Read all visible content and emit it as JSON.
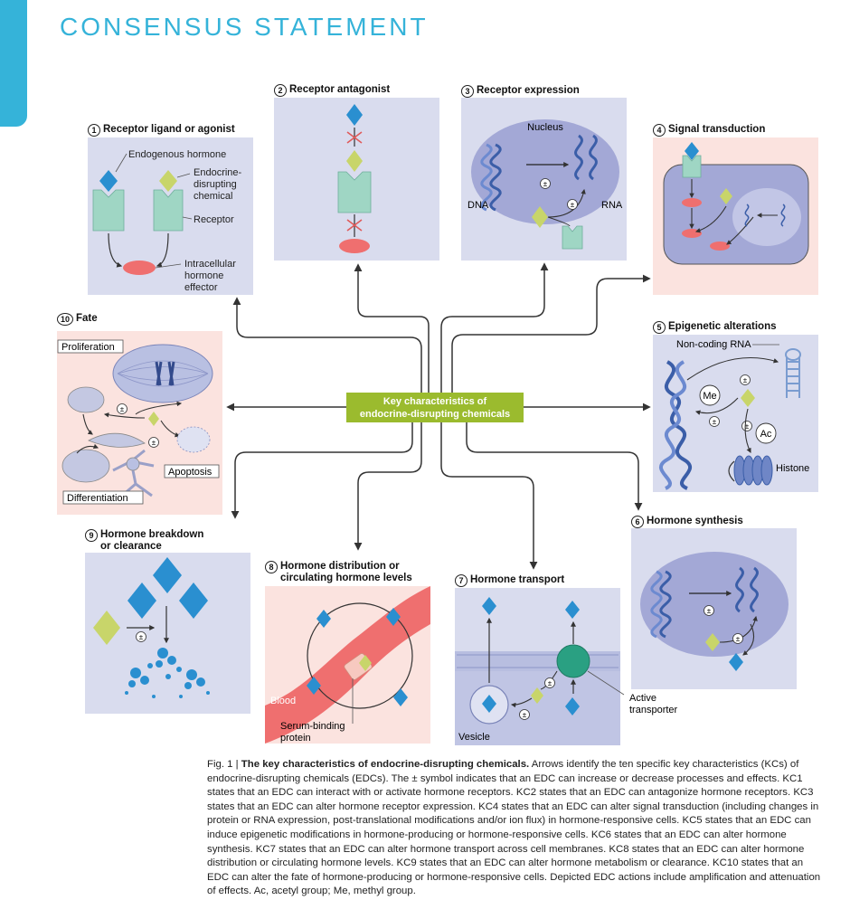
{
  "header": {
    "title": "CONSENSUS STATEMENT"
  },
  "center": {
    "line1": "Key characteristics of",
    "line2": "endocrine-disrupting chemicals"
  },
  "panels": {
    "p1": {
      "num": "1",
      "title": "Receptor ligand or agonist",
      "labels": {
        "endogenous": "Endogenous hormone",
        "edc1": "Endocrine-",
        "edc2": "disrupting",
        "edc3": "chemical",
        "receptor": "Receptor",
        "effector1": "Intracellular",
        "effector2": "hormone",
        "effector3": "effector"
      }
    },
    "p2": {
      "num": "2",
      "title": "Receptor antagonist"
    },
    "p3": {
      "num": "3",
      "title": "Receptor expression",
      "labels": {
        "nucleus": "Nucleus",
        "dna": "DNA",
        "rna": "RNA",
        "pm": "±"
      }
    },
    "p4": {
      "num": "4",
      "title": "Signal transduction"
    },
    "p5": {
      "num": "5",
      "title": "Epigenetic alterations",
      "labels": {
        "ncrna": "Non-coding RNA",
        "me": "Me",
        "ac": "Ac",
        "histone": "Histone"
      }
    },
    "p6": {
      "num": "6",
      "title": "Hormone synthesis"
    },
    "p7": {
      "num": "7",
      "title": "Hormone transport",
      "labels": {
        "vesicle": "Vesicle",
        "active1": "Active",
        "active2": "transporter"
      }
    },
    "p8": {
      "num": "8",
      "title1": "Hormone distribution or",
      "title2": "circulating hormone levels",
      "labels": {
        "blood": "Blood",
        "serum1": "Serum-binding",
        "serum2": "protein"
      }
    },
    "p9": {
      "num": "9",
      "title1": "Hormone breakdown",
      "title2": "or clearance"
    },
    "p10": {
      "num": "10",
      "title": "Fate",
      "labels": {
        "proliferation": "Proliferation",
        "apoptosis": "Apoptosis",
        "differentiation": "Differentiation"
      }
    }
  },
  "caption": {
    "fig": "Fig. 1 | ",
    "bold": "The key characteristics of endocrine-disrupting chemicals.",
    "text": " Arrows identify the ten specific key characteristics (KCs) of endocrine-disrupting chemicals (EDCs). The ± symbol indicates that an EDC can increase or decrease processes and effects. KC1 states that an EDC can interact with or activate hormone receptors. KC2 states that an EDC can antagonize hormone receptors. KC3 states that an EDC can alter hormone receptor expression. KC4 states that an EDC can alter signal transduction (including changes in protein or RNA expression, post-translational modifications and/or ion flux) in hormone-responsive cells. KC5 states that an EDC can induce epigenetic modifications in hormone-producing or hormone-responsive cells. KC6 states that an EDC can alter hormone synthesis. KC7 states that an EDC can alter hormone transport across cell membranes. KC8 states that an EDC can alter hormone distribution or circulating hormone levels. KC9 states that an EDC can alter hormone metabolism or clearance. KC10 states that an EDC can alter the fate of hormone-producing or hormone-responsive cells. Depicted EDC actions include amplification and attenuation of effects. Ac, acetyl group; Me, methyl group."
  },
  "colors": {
    "accent": "#35b3d9",
    "center": "#9bbb2e",
    "panel_blue": "#d9dcee",
    "panel_pink": "#fbe3df",
    "hormone": "#2a8fd0",
    "edc": "#c8d56a",
    "receptor": "#9fd6c4",
    "effector": "#ef6f6f",
    "dna": "#3b5ea8"
  }
}
